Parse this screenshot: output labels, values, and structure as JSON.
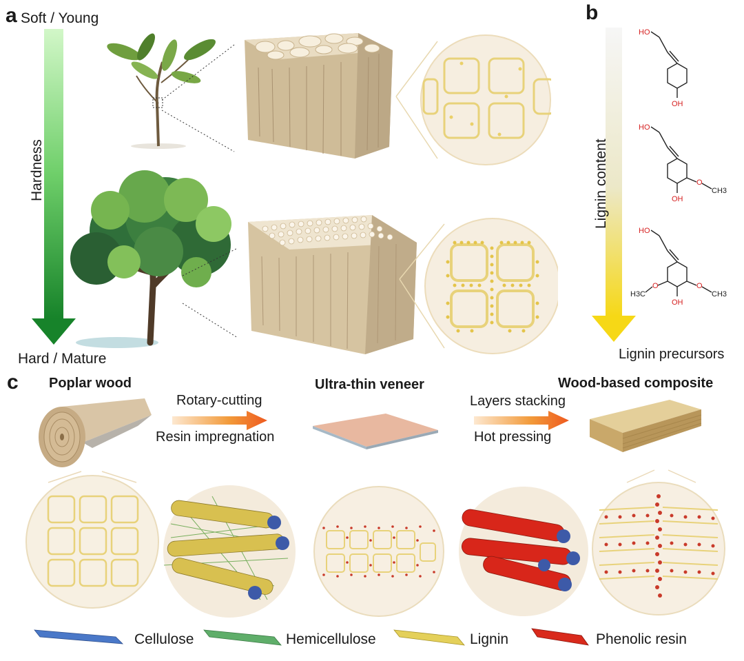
{
  "panel_a": {
    "letter": "a",
    "top_label": "Soft / Young",
    "bottom_label": "Hard / Mature",
    "axis_label": "Hardness"
  },
  "panel_b": {
    "letter": "b",
    "axis_label": "Lignin content",
    "footer_label": "Lignin precursors",
    "molecule_labels": {
      "hydroxyl": "OH",
      "methyl": "CH3",
      "methyl_left": "H3C",
      "ho": "HO",
      "oxygen": "O"
    }
  },
  "panel_c": {
    "letter": "c",
    "stage1_title": "Poplar wood",
    "stage2_title": "Ultra-thin veneer",
    "stage3_title": "Wood-based composite",
    "arrow1_top": "Rotary-cutting",
    "arrow1_bottom": "Resin impregnation",
    "arrow2_top": "Layers stacking",
    "arrow2_bottom": "Hot pressing"
  },
  "legend": [
    {
      "label": "Cellulose",
      "color": "#4a78c8"
    },
    {
      "label": "Hemicellulose",
      "color": "#5fae6a"
    },
    {
      "label": "Lignin",
      "color": "#e4d05a"
    },
    {
      "label": "Phenolic resin",
      "color": "#d92a1c"
    }
  ],
  "colors": {
    "hardness_top": "#c9f5c0",
    "hardness_bottom": "#1d8a2a",
    "lignin_top": "#f4f4f4",
    "lignin_bottom": "#f3d91a",
    "wood": "#d9c7a6",
    "lignin_dot": "#ead068",
    "resin_dot": "#c93a2a"
  }
}
